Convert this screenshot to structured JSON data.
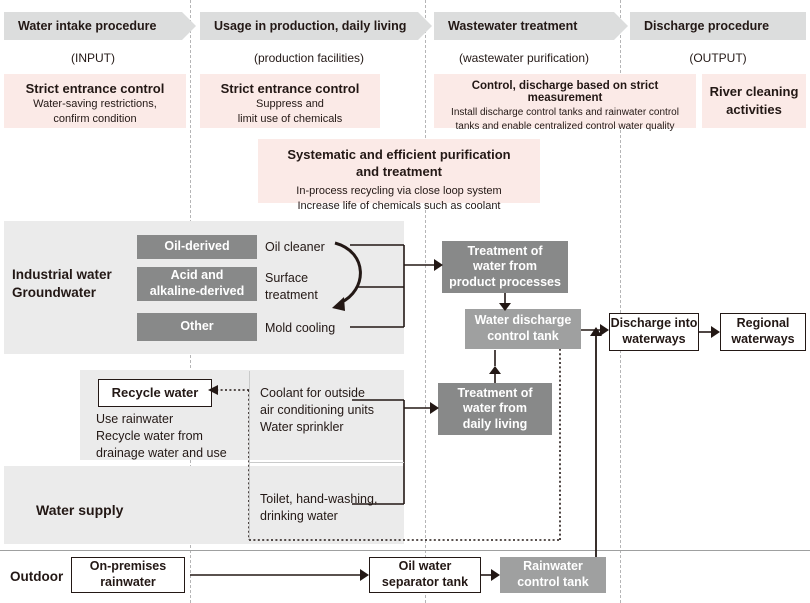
{
  "columns": [
    {
      "title": "Water intake procedure",
      "subtitle": "(INPUT)"
    },
    {
      "title": "Usage in production, daily living",
      "subtitle": "(production facilities)"
    },
    {
      "title": "Wastewater treatment",
      "subtitle": "(wastewater purification)"
    },
    {
      "title": "Discharge procedure",
      "subtitle": "(OUTPUT)"
    }
  ],
  "policies": [
    {
      "heading": "Strict entrance control",
      "body": "Water-saving restrictions,\nconfirm condition"
    },
    {
      "heading": "Strict entrance control",
      "body": "Suppress and\nlimit use of chemicals"
    },
    {
      "heading": "Control, discharge based on strict measurement",
      "body": "Install discharge control tanks and rainwater control\ntanks and enable centralized control water quality"
    },
    {
      "heading": "River cleaning\nactivities",
      "body": ""
    },
    {
      "heading": "Systematic and efficient purification\nand treatment",
      "body": "In-process recycling via close loop system\nIncrease life of chemicals such as coolant"
    }
  ],
  "source_label": "Industrial water\nGroundwater",
  "water_types": [
    {
      "label": "Oil-derived",
      "use": "Oil cleaner"
    },
    {
      "label": "Acid and\nalkaline-derived",
      "use": "Surface\ntreatment"
    },
    {
      "label": "Other",
      "use": "Mold cooling"
    }
  ],
  "treatment_boxes": [
    {
      "label": "Treatment of\nwater from\nproduct processes"
    },
    {
      "label": "Water discharge\ncontrol tank"
    },
    {
      "label": "Treatment of\nwater from\ndaily living"
    }
  ],
  "discharge_boxes": [
    {
      "label": "Discharge into\nwaterways"
    },
    {
      "label": "Regional\nwaterways"
    }
  ],
  "recycle": {
    "box_label": "Recycle water",
    "note": "Use rainwater\nRecycle water from\ndrainage water and use"
  },
  "water_supply": {
    "label": "Water supply",
    "uses": [
      "Coolant for outside\nair conditioning units\nWater sprinkler",
      "Toilet, hand-washing,\ndrinking water"
    ]
  },
  "outdoor": {
    "label": "Outdoor",
    "boxes": [
      {
        "label": "On-premises\nrainwater",
        "style": "white"
      },
      {
        "label": "Oil water\nseparator tank",
        "style": "white"
      },
      {
        "label": "Rainwater\ncontrol tank",
        "style": "mid"
      }
    ]
  },
  "colors": {
    "header_grey": "#dcdddd",
    "pink": "#fbeae7",
    "panel_grey": "#ebebeb",
    "dark_grey": "#888989",
    "mid_grey": "#9fa0a0",
    "ink": "#231815"
  }
}
